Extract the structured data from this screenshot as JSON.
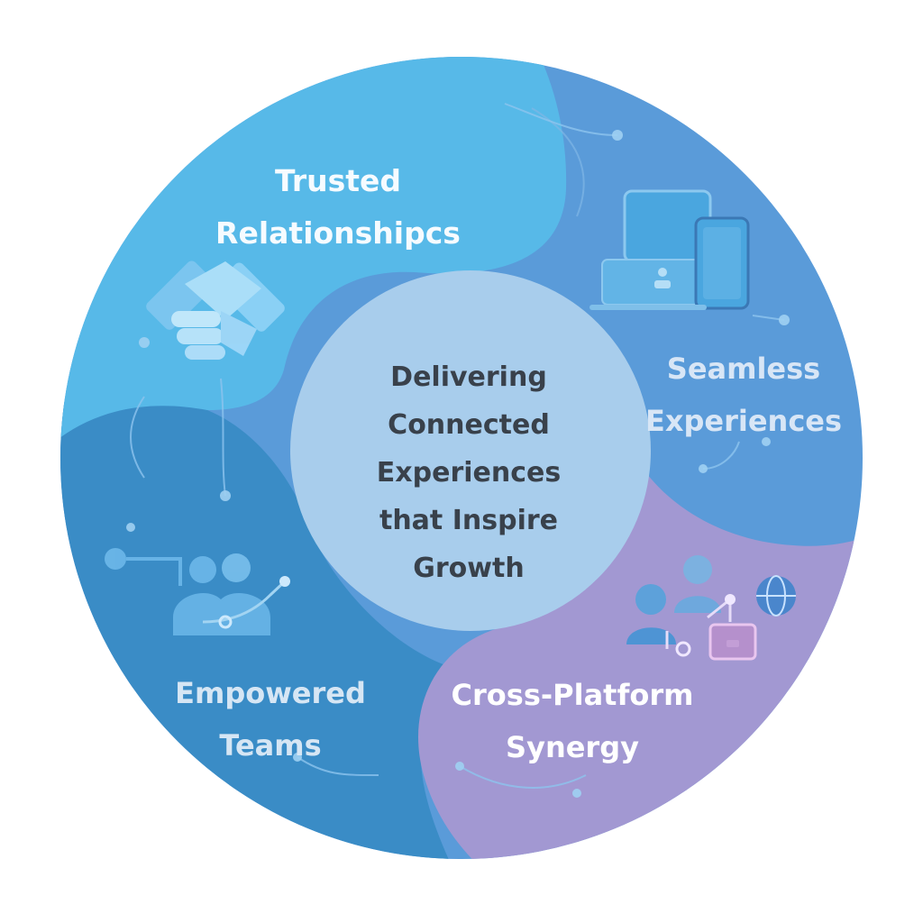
{
  "diagram": {
    "center_lines": [
      "Delivering",
      "Connected",
      "Experiences",
      "that Inspire",
      "Growth"
    ],
    "segments": [
      {
        "key": "trusted",
        "lines": [
          "Trusted",
          "Relationshipcs"
        ],
        "icon": "handshake-icon"
      },
      {
        "key": "seamless",
        "lines": [
          "Seamless",
          "Experiences"
        ],
        "icon": "devices-icon"
      },
      {
        "key": "cross",
        "lines": [
          "Cross-Platform",
          "Synergy"
        ],
        "icon": "network-users-icon"
      },
      {
        "key": "empowered",
        "lines": [
          "Empowered",
          "Teams"
        ],
        "icon": "team-icon"
      }
    ],
    "colors": {
      "trusted": "#57b9e8",
      "seamless": "#5a9bd9",
      "cross": "#a298d2",
      "empowered": "#3a8cc6",
      "center": "#a8cdec",
      "center_text": "#39414b"
    }
  }
}
